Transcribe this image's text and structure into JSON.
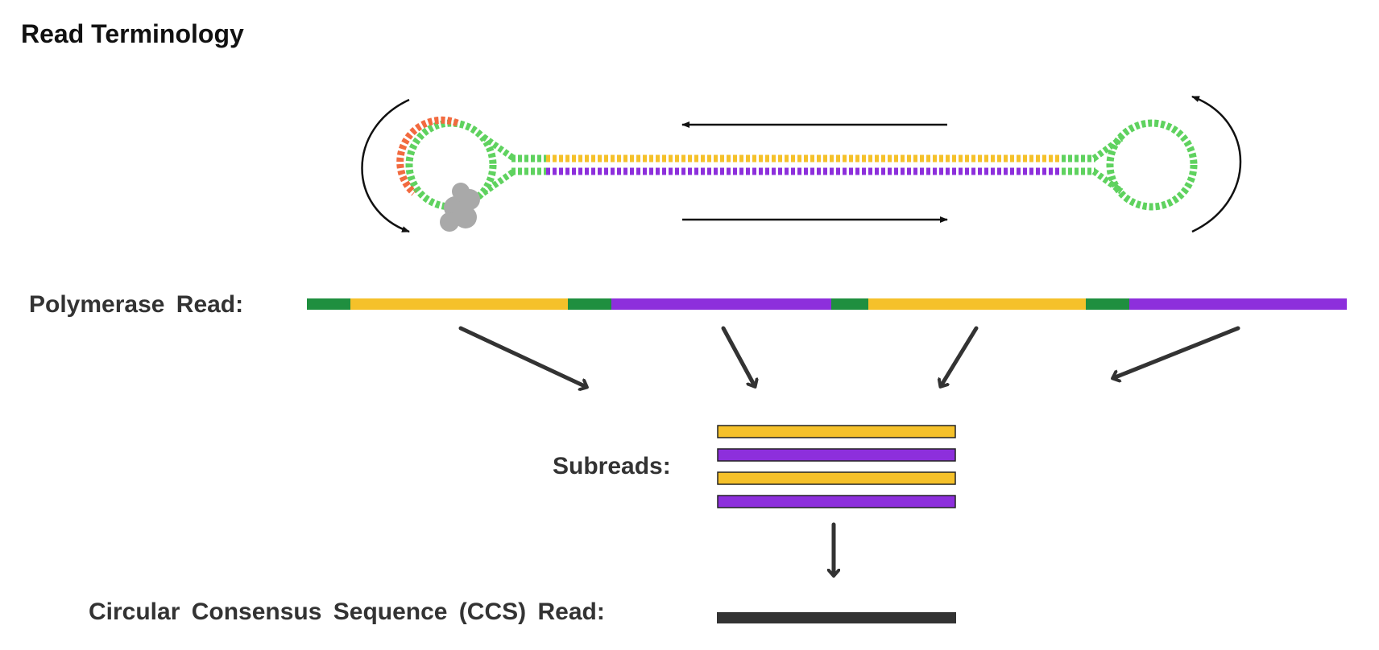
{
  "title": "Read Terminology",
  "labels": {
    "polymerase_read": "Polymerase Read:",
    "subreads": "Subreads:",
    "ccs_read": "Circular Consensus Sequence (CCS) Read:"
  },
  "colors": {
    "adapter": "#1f8f3f",
    "insert_forward": "#f5c12a",
    "insert_reverse": "#8d2fdc",
    "hairpin": "#5fd25f",
    "primer": "#f26a3f",
    "polymerase": "#a9a9a9",
    "arrow": "#2b2b2b",
    "ccs_bar": "#333333"
  },
  "polymerase_read_segments": [
    {
      "type": "adapter",
      "color": "#1f8f3f"
    },
    {
      "type": "insert-forward",
      "color": "#f5c12a"
    },
    {
      "type": "adapter",
      "color": "#1f8f3f"
    },
    {
      "type": "insert-reverse",
      "color": "#8d2fdc"
    },
    {
      "type": "adapter",
      "color": "#1f8f3f"
    },
    {
      "type": "insert-forward",
      "color": "#f5c12a"
    },
    {
      "type": "adapter",
      "color": "#1f8f3f"
    },
    {
      "type": "insert-reverse",
      "color": "#8d2fdc"
    }
  ],
  "subreads": [
    {
      "type": "insert-forward",
      "color": "#f5c12a"
    },
    {
      "type": "insert-reverse",
      "color": "#8d2fdc"
    },
    {
      "type": "insert-forward",
      "color": "#f5c12a"
    },
    {
      "type": "insert-reverse",
      "color": "#8d2fdc"
    }
  ]
}
